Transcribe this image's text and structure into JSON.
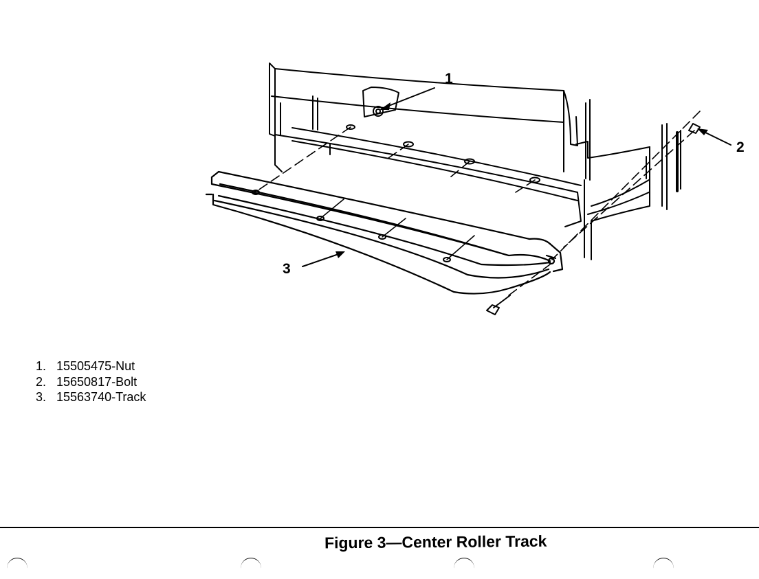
{
  "figure": {
    "caption": "Figure 3—Center Roller Track"
  },
  "callouts": [
    {
      "label": "1"
    },
    {
      "label": "2"
    },
    {
      "label": "3"
    }
  ],
  "legend": [
    {
      "num": "1.",
      "text": "15505475-Nut"
    },
    {
      "num": "2.",
      "text": "15650817-Bolt"
    },
    {
      "num": "3.",
      "text": "15563740-Track"
    }
  ]
}
